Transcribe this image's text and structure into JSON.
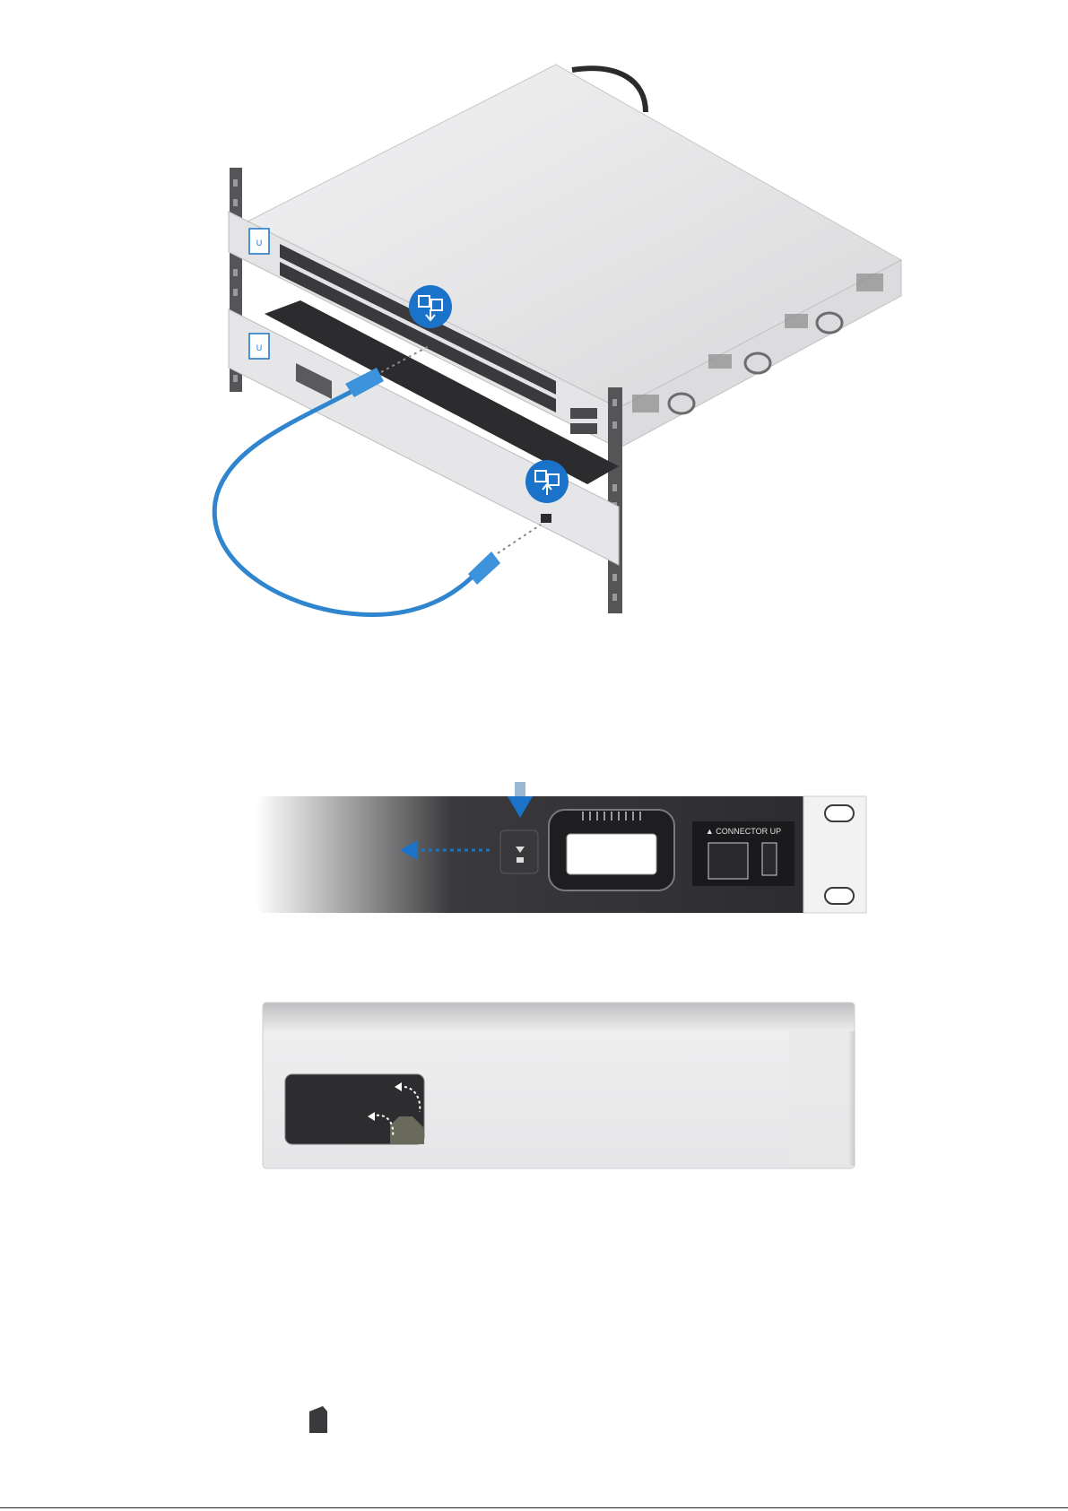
{
  "figures": {
    "rack_install": {
      "callout_top": {
        "icon": "port-swap-down-icon"
      },
      "callout_bottom": {
        "icon": "port-swap-up-icon"
      },
      "switch_logo": "U",
      "gateway_logo": "U"
    },
    "front_panel": {
      "connector_label": "▲ CONNECTOR UP",
      "release_arrow": {
        "icon": "arrow-down-icon"
      },
      "slide_arrow": {
        "icon": "arrow-left-icon"
      }
    },
    "rear_panel": {
      "tab_arrows": {
        "icon": "rotate-arrows-icon"
      }
    }
  },
  "colors": {
    "accent_blue": "#1a73c9",
    "cable_blue": "#2f86cf",
    "chassis_light": "#e9e9ea",
    "chassis_dark": "#2c2c2e",
    "rack_rail": "#555558"
  }
}
